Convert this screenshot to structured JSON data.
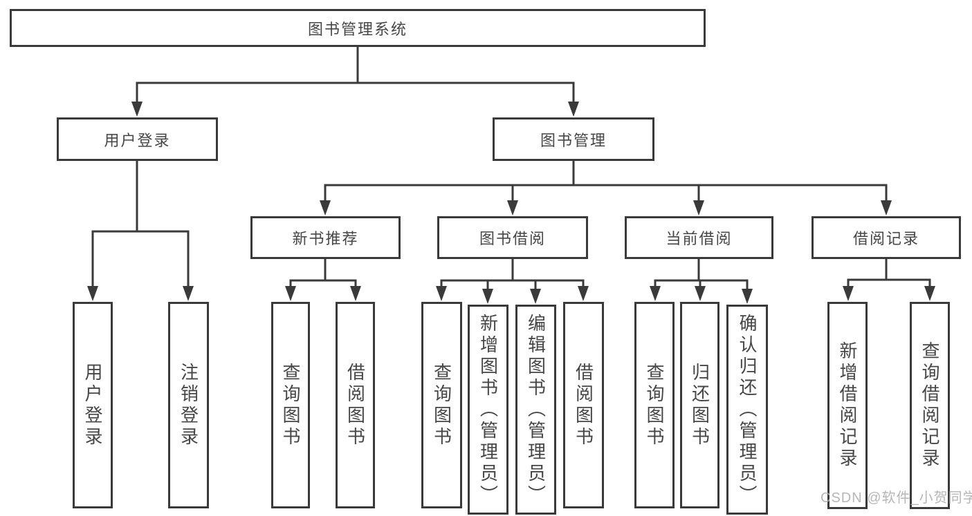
{
  "colors": {
    "line": "#3a3a3a",
    "text": "#464646",
    "bg": "#ffffff",
    "watermark": "#b0b0b0"
  },
  "watermark": {
    "text": "CSDN @软件_小贺同学"
  },
  "tree": {
    "label": "图书管理系统",
    "children": [
      {
        "label": "用户登录",
        "children": [
          {
            "label": "用户登录"
          },
          {
            "label": "注销登录"
          }
        ]
      },
      {
        "label": "图书管理",
        "children": [
          {
            "label": "新书推荐",
            "children": [
              {
                "label": "查询图书"
              },
              {
                "label": "借阅图书"
              }
            ]
          },
          {
            "label": "图书借阅",
            "children": [
              {
                "label": "查询图书"
              },
              {
                "label": "新增图书（管理员）"
              },
              {
                "label": "编辑图书（管理员）"
              },
              {
                "label": "借阅图书"
              }
            ]
          },
          {
            "label": "当前借阅",
            "children": [
              {
                "label": "查询图书"
              },
              {
                "label": "归还图书"
              },
              {
                "label": "确认归还（管理员）"
              }
            ]
          },
          {
            "label": "借阅记录",
            "children": [
              {
                "label": "新增借阅记录"
              },
              {
                "label": "查询借阅记录"
              }
            ]
          }
        ]
      }
    ]
  }
}
